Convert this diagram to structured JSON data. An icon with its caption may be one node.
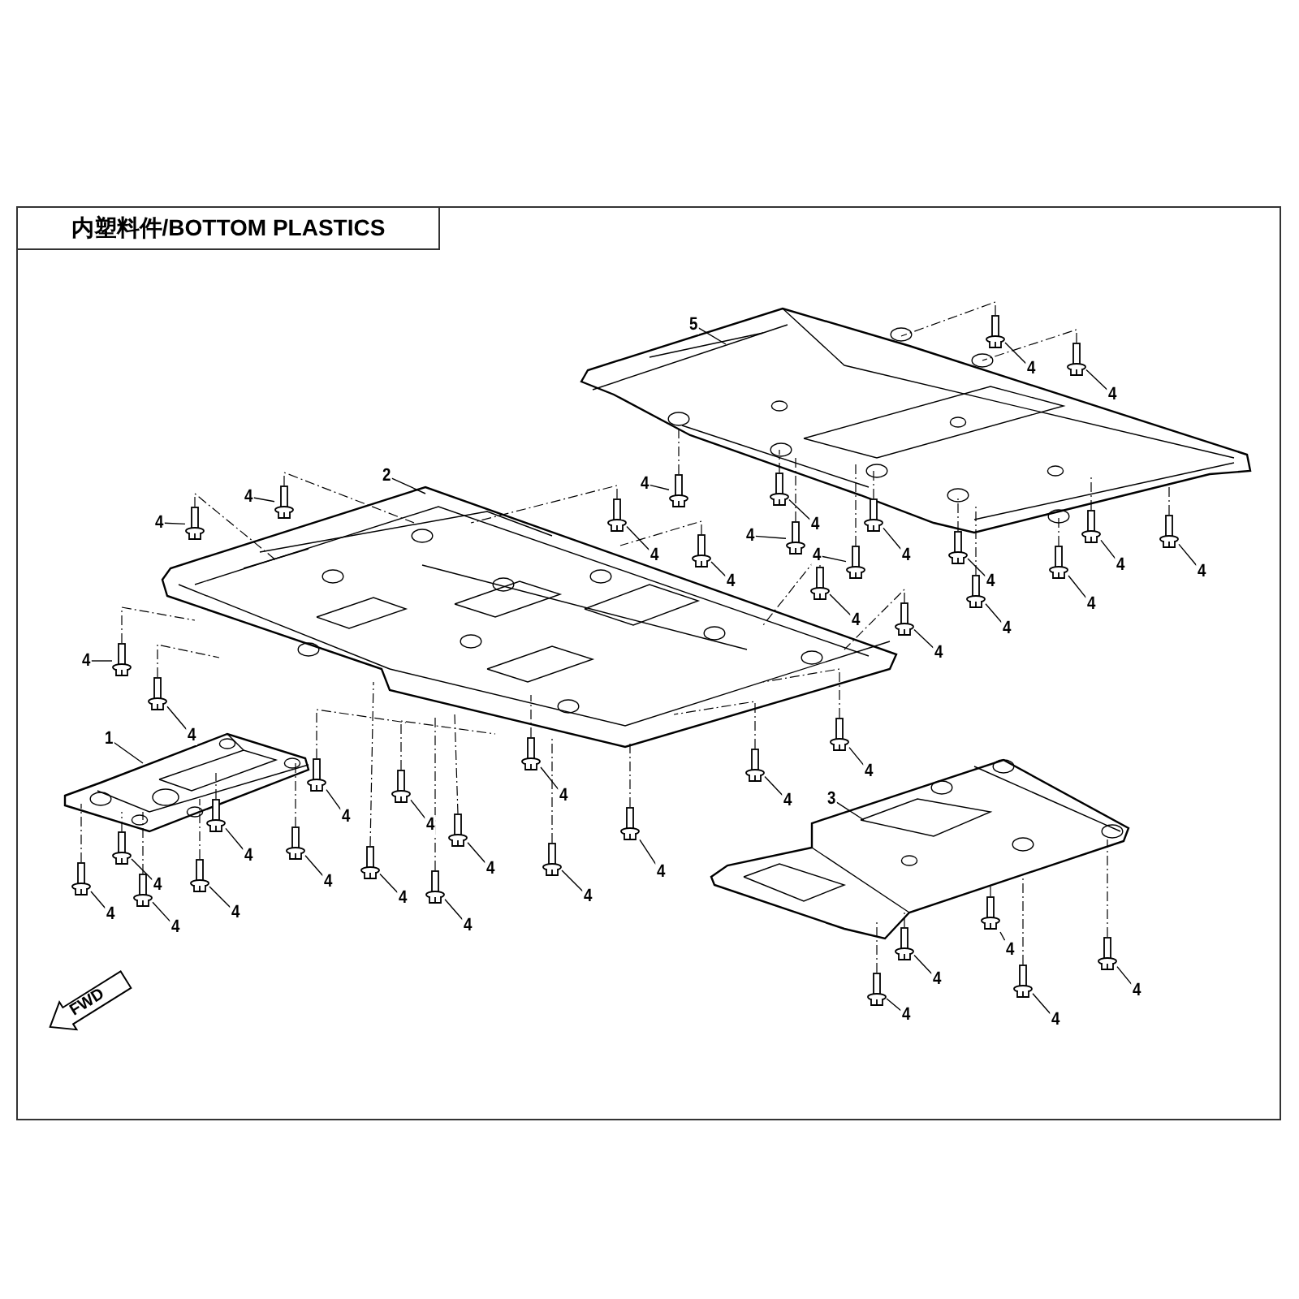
{
  "diagram": {
    "title": "内塑料件/BOTTOM PLASTICS",
    "nodes": [
      {
        "text": [
          "1"
        ]
      },
      {
        "text": [],
        "shape": "picture"
      },
      {
        "text": [
          "2"
        ]
      },
      {
        "text": [],
        "shape": "picture"
      },
      {
        "text": [
          "3"
        ]
      },
      {
        "text": [],
        "shape": "picture"
      },
      {
        "text": [
          "5"
        ]
      },
      {
        "text": [],
        "shape": "picture"
      },
      {
        "text": [
          "4"
        ]
      },
      {
        "text": [],
        "shape": "picture"
      },
      {
        "text": [
          "4"
        ]
      },
      {
        "text": [],
        "shape": "picture"
      },
      {
        "text": [
          "4"
        ]
      },
      {
        "text": [],
        "shape": "picture"
      },
      {
        "text": [
          "4"
        ]
      },
      {
        "text": [],
        "shape": "picture"
      },
      {
        "text": [
          "4"
        ]
      },
      {
        "text": [],
        "shape": "picture"
      },
      {
        "text": [
          "4"
        ]
      },
      {
        "text": [],
        "shape": "picture"
      },
      {
        "text": [
          "4"
        ]
      },
      {
        "text": [],
        "shape": "picture"
      },
      {
        "text": [
          "4"
        ]
      },
      {
        "text": [],
        "shape": "picture"
      },
      {
        "text": [
          "4"
        ]
      },
      {
        "text": [],
        "shape": "picture"
      },
      {
        "text": [
          "4"
        ]
      },
      {
        "text": [],
        "shape": "picture"
      },
      {
        "text": [
          "4"
        ]
      },
      {
        "text": [],
        "shape": "picture"
      },
      {
        "text": [
          "4"
        ]
      },
      {
        "text": [],
        "shape": "picture"
      },
      {
        "text": [
          "4"
        ]
      },
      {
        "text": [],
        "shape": "picture"
      },
      {
        "text": [
          "4"
        ]
      },
      {
        "text": [],
        "shape": "picture"
      },
      {
        "text": [
          "4"
        ]
      },
      {
        "text": [],
        "shape": "picture"
      },
      {
        "text": [
          "4"
        ]
      },
      {
        "text": [],
        "shape": "picture"
      },
      {
        "text": [
          "4"
        ]
      },
      {
        "text": [],
        "shape": "picture"
      },
      {
        "text": [
          "4"
        ]
      },
      {
        "text": [],
        "shape": "picture"
      },
      {
        "text": [
          "4"
        ]
      },
      {
        "text": [],
        "shape": "picture"
      },
      {
        "text": [
          "4"
        ]
      },
      {
        "text": [],
        "shape": "picture"
      },
      {
        "text": [
          "4"
        ]
      },
      {
        "text": [],
        "shape": "picture"
      },
      {
        "text": [
          "4"
        ]
      },
      {
        "text": [],
        "shape": "picture"
      },
      {
        "text": [
          "4"
        ]
      },
      {
        "text": [],
        "shape": "picture"
      },
      {
        "text": [
          "4"
        ]
      },
      {
        "text": [],
        "shape": "picture"
      },
      {
        "text": [
          "4"
        ]
      },
      {
        "text": [],
        "shape": "picture"
      },
      {
        "text": [
          "4"
        ]
      },
      {
        "text": [],
        "shape": "picture"
      },
      {
        "text": [
          "4"
        ]
      },
      {
        "text": [],
        "shape": "picture"
      },
      {
        "text": [
          "4"
        ]
      },
      {
        "text": [],
        "shape": "picture"
      },
      {
        "text": [
          "4"
        ]
      },
      {
        "text": [],
        "shape": "picture"
      },
      {
        "text": [
          "4"
        ]
      },
      {
        "text": [],
        "shape": "picture"
      },
      {
        "text": [
          "4"
        ]
      },
      {
        "text": [],
        "shape": "picture"
      },
      {
        "text": [
          "4"
        ]
      },
      {
        "text": [],
        "shape": "picture"
      },
      {
        "text": [
          "4"
        ]
      },
      {
        "text": [],
        "shape": "picture"
      },
      {
        "text": [
          "4"
        ]
      },
      {
        "text": [],
        "shape": "picture"
      },
      {
        "text": [
          "4"
        ]
      },
      {
        "text": [],
        "shape": "picture"
      },
      {
        "text": [
          "4"
        ]
      },
      {
        "text": [],
        "shape": "picture"
      },
      {
        "text": [
          "4"
        ]
      },
      {
        "text": [],
        "shape": "picture"
      },
      {
        "text": [
          "4"
        ]
      },
      {
        "text": [],
        "shape": "picture"
      },
      {
        "text": [
          "4"
        ]
      },
      {
        "text": [],
        "shape": "picture"
      },
      {
        "text": [
          "4"
        ]
      },
      {
        "text": [],
        "shape": "picture"
      },
      {
        "text": [
          "4"
        ]
      },
      {
        "text": [],
        "shape": "picture"
      },
      {
        "text": [
          "FWD"
        ]
      }
    ],
    "edges": [
      {
        "from": 0,
        "to": 1,
        "arrow": "none"
      },
      {
        "from": 2,
        "to": 3,
        "arrow": "none"
      },
      {
        "from": 4,
        "to": 5,
        "arrow": "none"
      },
      {
        "from": 6,
        "to": 7,
        "arrow": "none"
      },
      {
        "from": 8,
        "to": 9,
        "arrow": "none"
      },
      {
        "from": 9,
        "to": 7,
        "arrow": "none",
        "style": "dashed"
      },
      {
        "from": 10,
        "to": 11,
        "arrow": "none"
      },
      {
        "from": 11,
        "to": 7,
        "arrow": "none",
        "style": "dashed"
      },
      {
        "from": 12,
        "to": 13,
        "arrow": "none"
      },
      {
        "from": 13,
        "to": 7,
        "arrow": "none",
        "style": "dashed"
      },
      {
        "from": 14,
        "to": 15,
        "arrow": "none"
      },
      {
        "from": 15,
        "to": 7,
        "arrow": "none",
        "style": "dashed"
      },
      {
        "from": 16,
        "to": 17,
        "arrow": "none"
      },
      {
        "from": 17,
        "to": 7,
        "arrow": "none",
        "style": "dashed"
      },
      {
        "from": 18,
        "to": 19,
        "arrow": "none"
      },
      {
        "from": 19,
        "to": 7,
        "arrow": "none",
        "style": "dashed"
      },
      {
        "from": 20,
        "to": 21,
        "arrow": "none"
      },
      {
        "from": 21,
        "to": 7,
        "arrow": "none",
        "style": "dashed"
      },
      {
        "from": 22,
        "to": 23,
        "arrow": "none"
      },
      {
        "from": 23,
        "to": 7,
        "arrow": "none",
        "style": "dashed"
      },
      {
        "from": 24,
        "to": 25,
        "arrow": "none"
      },
      {
        "from": 25,
        "to": 7,
        "arrow": "none",
        "style": "dashed"
      },
      {
        "from": 26,
        "to": 27,
        "arrow": "none"
      },
      {
        "from": 27,
        "to": 7,
        "arrow": "none",
        "style": "dashed"
      },
      {
        "from": 28,
        "to": 29,
        "arrow": "none"
      },
      {
        "from": 29,
        "to": 7,
        "arrow": "none",
        "style": "dashed"
      },
      {
        "from": 30,
        "to": 31,
        "arrow": "none"
      },
      {
        "from": 31,
        "to": 7,
        "arrow": "none",
        "style": "dashed"
      },
      {
        "from": 32,
        "to": 33,
        "arrow": "none"
      },
      {
        "from": 33,
        "to": 3,
        "arrow": "none",
        "style": "dashed"
      },
      {
        "from": 34,
        "to": 35,
        "arrow": "none"
      },
      {
        "from": 35,
        "to": 3,
        "arrow": "none",
        "style": "dashed"
      },
      {
        "from": 36,
        "to": 37,
        "arrow": "none"
      },
      {
        "from": 37,
        "to": 3,
        "arrow": "none",
        "style": "dashed"
      },
      {
        "from": 38,
        "to": 39,
        "arrow": "none"
      },
      {
        "from": 39,
        "to": 3,
        "arrow": "none",
        "style": "dashed"
      },
      {
        "from": 40,
        "to": 41,
        "arrow": "none"
      },
      {
        "from": 41,
        "to": 3,
        "arrow": "none",
        "style": "dashed"
      },
      {
        "from": 42,
        "to": 43,
        "arrow": "none"
      },
      {
        "from": 43,
        "to": 3,
        "arrow": "none",
        "style": "dashed"
      },
      {
        "from": 44,
        "to": 45,
        "arrow": "none"
      },
      {
        "from": 45,
        "to": 3,
        "arrow": "none",
        "style": "dashed"
      },
      {
        "from": 46,
        "to": 47,
        "arrow": "none"
      },
      {
        "from": 47,
        "to": 3,
        "arrow": "none",
        "style": "dashed"
      },
      {
        "from": 48,
        "to": 49,
        "arrow": "none"
      },
      {
        "from": 49,
        "to": 3,
        "arrow": "none",
        "style": "dashed"
      },
      {
        "from": 50,
        "to": 51,
        "arrow": "none"
      },
      {
        "from": 51,
        "to": 3,
        "arrow": "none",
        "style": "dashed"
      },
      {
        "from": 52,
        "to": 53,
        "arrow": "none"
      },
      {
        "from": 53,
        "to": 3,
        "arrow": "none",
        "style": "dashed"
      },
      {
        "from": 54,
        "to": 55,
        "arrow": "none"
      },
      {
        "from": 55,
        "to": 3,
        "arrow": "none",
        "style": "dashed"
      },
      {
        "from": 56,
        "to": 57,
        "arrow": "none"
      },
      {
        "from": 57,
        "to": 3,
        "arrow": "none",
        "style": "dashed"
      },
      {
        "from": 58,
        "to": 59,
        "arrow": "none"
      },
      {
        "from": 59,
        "to": 3,
        "arrow": "none",
        "style": "dashed"
      },
      {
        "from": 60,
        "to": 61,
        "arrow": "none"
      },
      {
        "from": 61,
        "to": 3,
        "arrow": "none",
        "style": "dashed"
      },
      {
        "from": 62,
        "to": 63,
        "arrow": "none"
      },
      {
        "from": 63,
        "to": 3,
        "arrow": "none",
        "style": "dashed"
      },
      {
        "from": 64,
        "to": 65,
        "arrow": "none"
      },
      {
        "from": 65,
        "to": 3,
        "arrow": "none",
        "style": "dashed"
      },
      {
        "from": 66,
        "to": 67,
        "arrow": "none"
      },
      {
        "from": 67,
        "to": 3,
        "arrow": "none",
        "style": "dashed"
      },
      {
        "from": 68,
        "to": 69,
        "arrow": "none"
      },
      {
        "from": 69,
        "to": 1,
        "arrow": "none",
        "style": "dashed"
      },
      {
        "from": 70,
        "to": 71,
        "arrow": "none"
      },
      {
        "from": 71,
        "to": 1,
        "arrow": "none",
        "style": "dashed"
      },
      {
        "from": 72,
        "to": 73,
        "arrow": "none"
      },
      {
        "from": 73,
        "to": 1,
        "arrow": "none",
        "style": "dashed"
      },
      {
        "from": 74,
        "to": 75,
        "arrow": "none"
      },
      {
        "from": 75,
        "to": 1,
        "arrow": "none",
        "style": "dashed"
      },
      {
        "from": 76,
        "to": 77,
        "arrow": "none"
      },
      {
        "from": 77,
        "to": 1,
        "arrow": "none",
        "style": "dashed"
      },
      {
        "from": 78,
        "to": 79,
        "arrow": "none"
      },
      {
        "from": 79,
        "to": 1,
        "arrow": "none",
        "style": "dashed"
      },
      {
        "from": 80,
        "to": 81,
        "arrow": "none"
      },
      {
        "from": 81,
        "to": 5,
        "arrow": "none",
        "style": "dashed"
      },
      {
        "from": 82,
        "to": 83,
        "arrow": "none"
      },
      {
        "from": 83,
        "to": 5,
        "arrow": "none",
        "style": "dashed"
      },
      {
        "from": 84,
        "to": 85,
        "arrow": "none"
      },
      {
        "from": 85,
        "to": 5,
        "arrow": "none",
        "style": "dashed"
      },
      {
        "from": 86,
        "to": 87,
        "arrow": "none"
      },
      {
        "from": 87,
        "to": 5,
        "arrow": "none",
        "style": "dashed"
      },
      {
        "from": 88,
        "to": 89,
        "arrow": "none"
      },
      {
        "from": 89,
        "to": 5,
        "arrow": "none",
        "style": "dashed"
      }
    ]
  }
}
